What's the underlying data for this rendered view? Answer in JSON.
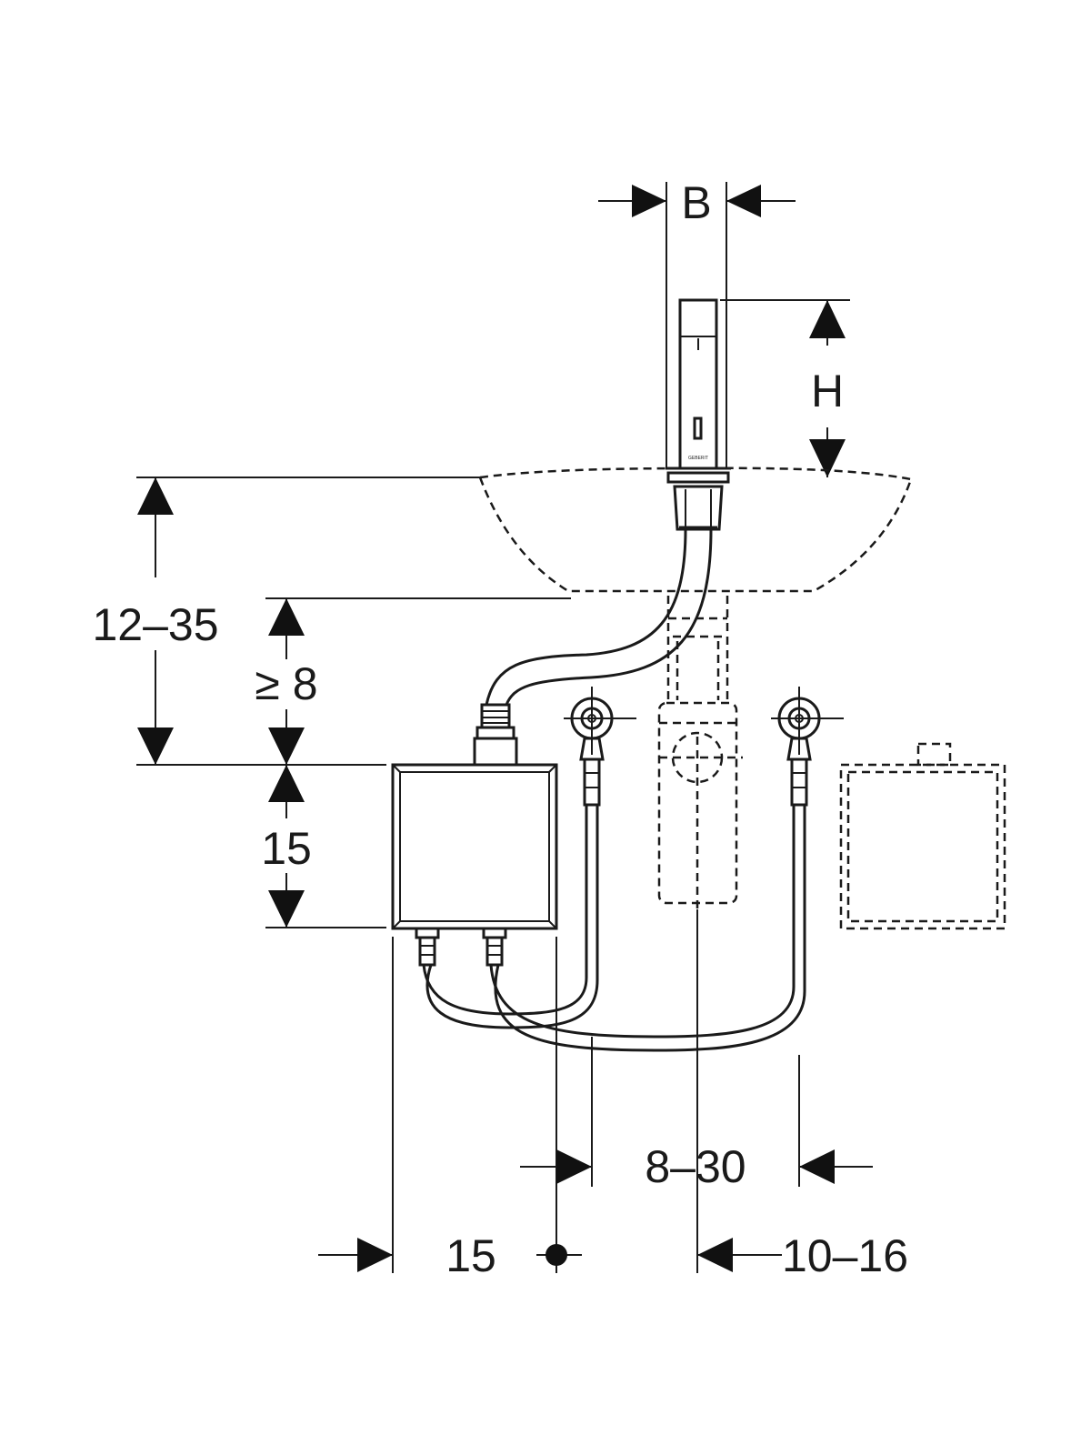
{
  "dimensions": {
    "width_label": "B",
    "height_label": "H",
    "basin_depth_label": "12–35",
    "clearance_label": "≥ 8",
    "box_height_label": "15",
    "box_width_label": "15",
    "valve_spacing_label": "8–30",
    "offset_label": "10–16"
  },
  "faucet": {
    "brand_text": "GEBERIT"
  },
  "colors": {
    "line": "#1a1a1a",
    "background": "#ffffff"
  }
}
